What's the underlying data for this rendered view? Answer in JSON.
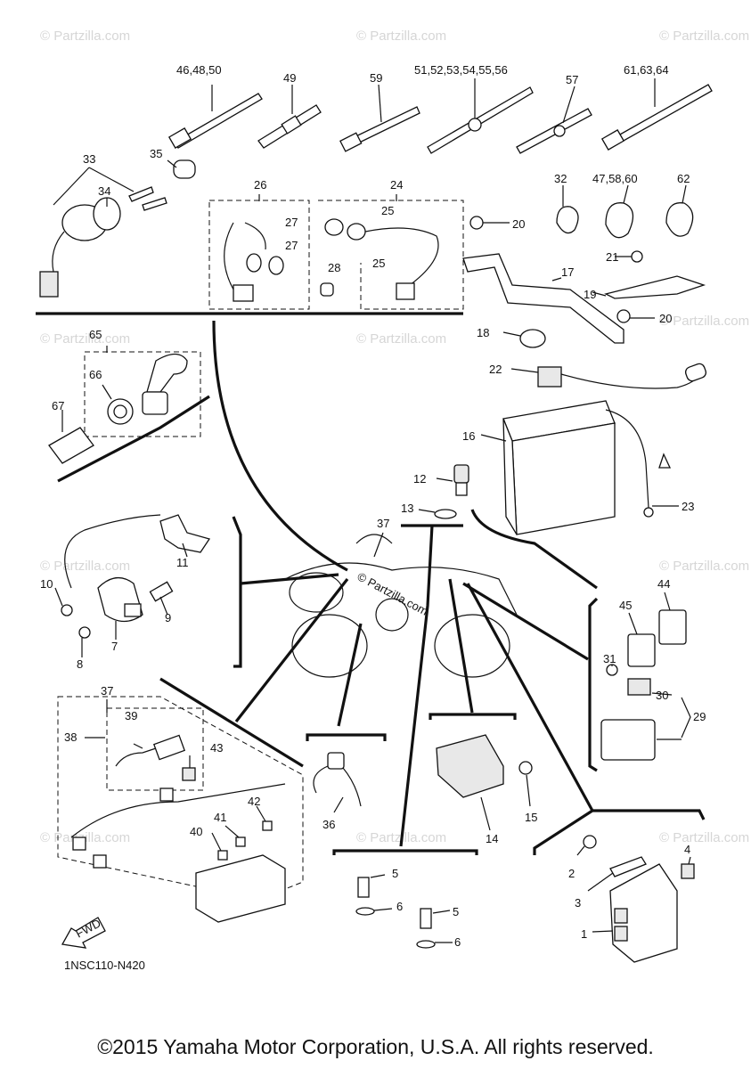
{
  "diagram": {
    "code": "1NSC110-N420",
    "fwd_label": "FWD",
    "center_watermark": "© Partzilla.com",
    "watermark": "© Partzilla.com",
    "copyright": "©2015 Yamaha Motor Corporation, U.S.A. All rights reserved."
  },
  "callouts": {
    "c46_48_50": "46,48,50",
    "c49": "49",
    "c59": "59",
    "c51_56": "51,52,53,54,55,56",
    "c57": "57",
    "c61_63_64": "61,63,64",
    "c33": "33",
    "c34": "34",
    "c35": "35",
    "c26": "26",
    "c27a": "27",
    "c27b": "27",
    "c24": "24",
    "c25a": "25",
    "c25b": "25",
    "c28": "28",
    "c32": "32",
    "c47_58_60": "47,58,60",
    "c62": "62",
    "c20a": "20",
    "c21": "21",
    "c17": "17",
    "c19": "19",
    "c20b": "20",
    "c18": "18",
    "c22": "22",
    "c65": "65",
    "c66": "66",
    "c67": "67",
    "c16": "16",
    "c12": "12",
    "c13": "13",
    "c23": "23",
    "c37a": "37",
    "c11": "11",
    "c10": "10",
    "c9": "9",
    "c7": "7",
    "c8": "8",
    "c44": "44",
    "c45": "45",
    "c31": "31",
    "c30": "30",
    "c29": "29",
    "c37b": "37",
    "c38": "38",
    "c39": "39",
    "c43": "43",
    "c42": "42",
    "c41": "41",
    "c40": "40",
    "c36": "36",
    "c15": "15",
    "c14": "14",
    "c5a": "5",
    "c6a": "6",
    "c5b": "5",
    "c6b": "6",
    "c4": "4",
    "c2": "2",
    "c3": "3",
    "c1": "1"
  }
}
